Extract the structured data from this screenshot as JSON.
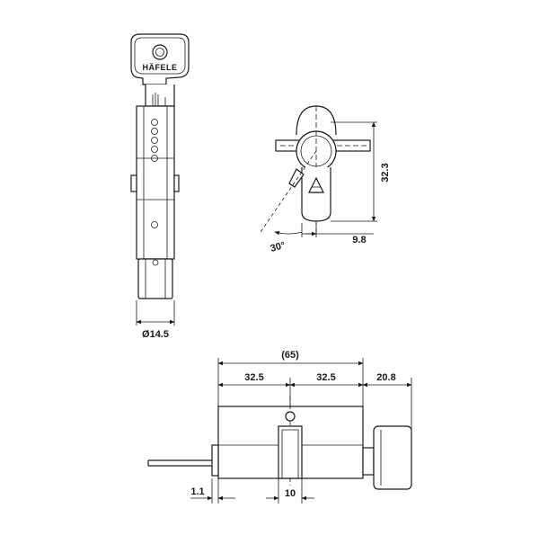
{
  "brand_logo": "HÄFELE",
  "views": {
    "key_view": {
      "diameter_label": "Ø14.5"
    },
    "side_view": {
      "angle_label": "30°",
      "height_label": "32.3",
      "width_label": "9.8"
    },
    "section_view": {
      "overall_label": "(65)",
      "left_half_label": "32.5",
      "right_half_label": "32.5",
      "knob_label": "20.8",
      "offset_label": "1.1",
      "cam_label": "10"
    }
  },
  "colors": {
    "line": "#1a1a1a",
    "background": "#ffffff"
  }
}
